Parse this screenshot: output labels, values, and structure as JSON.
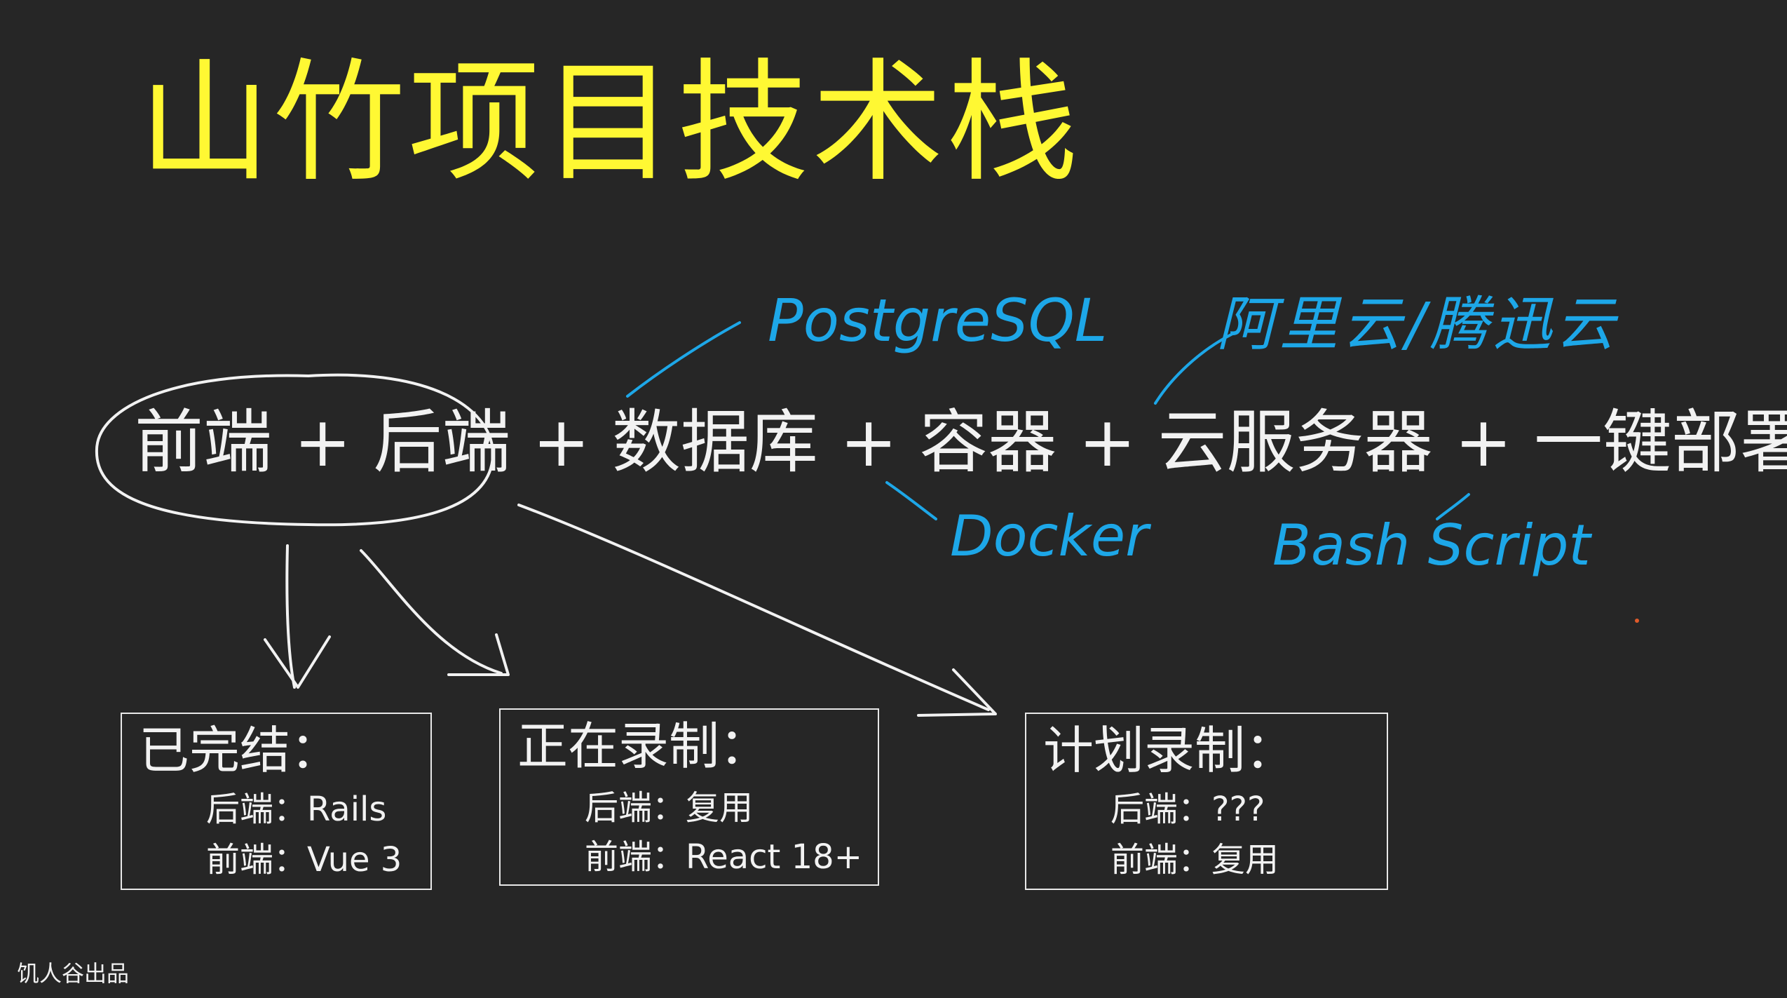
{
  "title": "山竹项目技术栈",
  "stack_line": "前端 + 后端 + 数据库 + 容器 + 云服务器 + 一键部署",
  "annotations": {
    "postgres": "PostgreSQL",
    "cloud": "阿里云/腾迅云",
    "docker": "Docker",
    "bash": "Bash Script"
  },
  "boxes": {
    "done": {
      "heading": "已完结：",
      "line1": "后端：Rails",
      "line2": "前端：Vue 3"
    },
    "recording": {
      "heading": "正在录制：",
      "line1": "后端：复用",
      "line2": "前端：React 18+"
    },
    "planned": {
      "heading": "计划录制：",
      "line1": "后端：???",
      "line2": "前端：复用"
    }
  },
  "footer": "饥人谷出品",
  "colors": {
    "background": "#262626",
    "title": "#fff833",
    "annotation": "#1da7e8",
    "text": "#f2f2f2"
  }
}
